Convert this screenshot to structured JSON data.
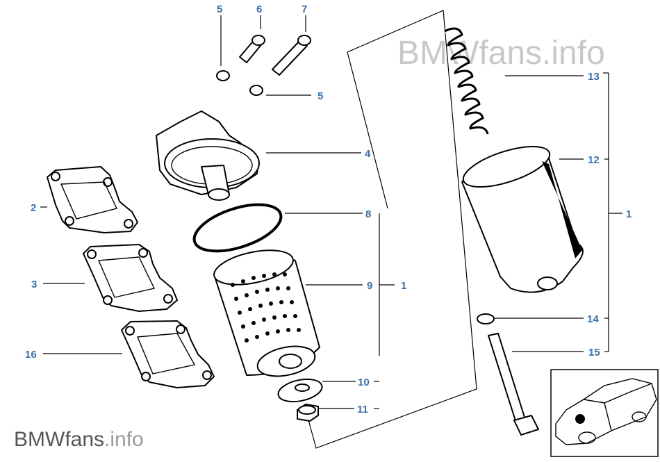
{
  "watermark_top": "BMWfans.info",
  "watermark_bottom": {
    "brand": "BMWfans",
    "suffix": ".info"
  },
  "labels": {
    "l5a": "5",
    "l6": "6",
    "l7": "7",
    "l5b": "5",
    "l4": "4",
    "l13": "13",
    "l12": "12",
    "l1right": "1",
    "l2": "2",
    "l8": "8",
    "l3": "3",
    "l9": "9",
    "l1mid": "1",
    "l14": "14",
    "l16": "16",
    "l15": "15",
    "l10": "10",
    "l11": "11"
  },
  "colors": {
    "label": "#3a6ea5",
    "watermark": "#c8c8c8",
    "line": "#000000"
  }
}
